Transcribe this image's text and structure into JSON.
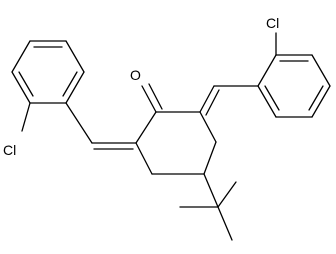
{
  "molecule": {
    "atoms": {
      "oxygen": "O",
      "chlorine_left": "Cl",
      "chlorine_right": "Cl"
    }
  }
}
